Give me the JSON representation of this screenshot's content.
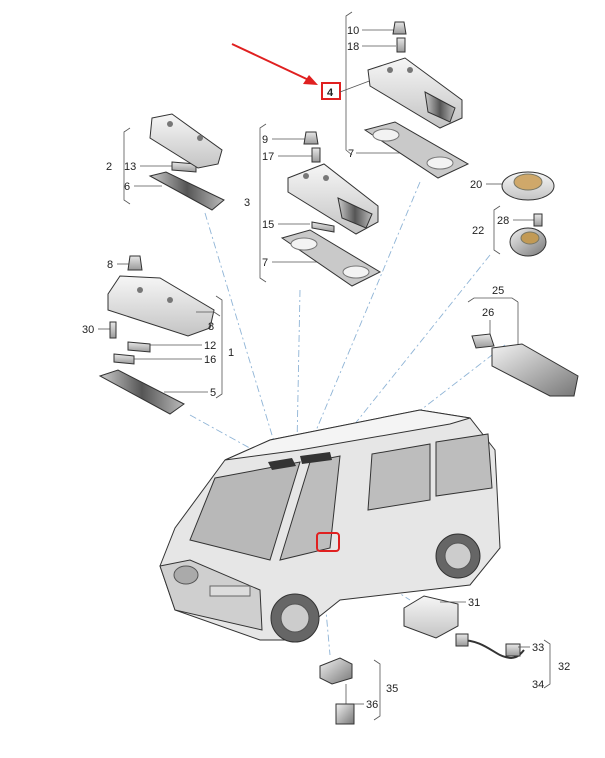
{
  "diagram": {
    "highlight_color": "#e02020",
    "callout_box_color": "#e02020",
    "dash_line_color": "#8fb4d6",
    "labels": {
      "p1": "1",
      "p2": "2",
      "p3": "3",
      "p4": "4",
      "p5": "5",
      "p6": "6",
      "p7a": "7",
      "p7b": "7",
      "p8a": "8",
      "p8b": "8",
      "p9": "9",
      "p10": "10",
      "p12": "12",
      "p13": "13",
      "p15": "15",
      "p16": "16",
      "p17": "17",
      "p18": "18",
      "p20": "20",
      "p22": "22",
      "p25": "25",
      "p26": "26",
      "p28": "28",
      "p30": "30",
      "p31": "31",
      "p32": "32",
      "p33": "33",
      "p34": "34",
      "p35": "35",
      "p36": "36"
    }
  }
}
